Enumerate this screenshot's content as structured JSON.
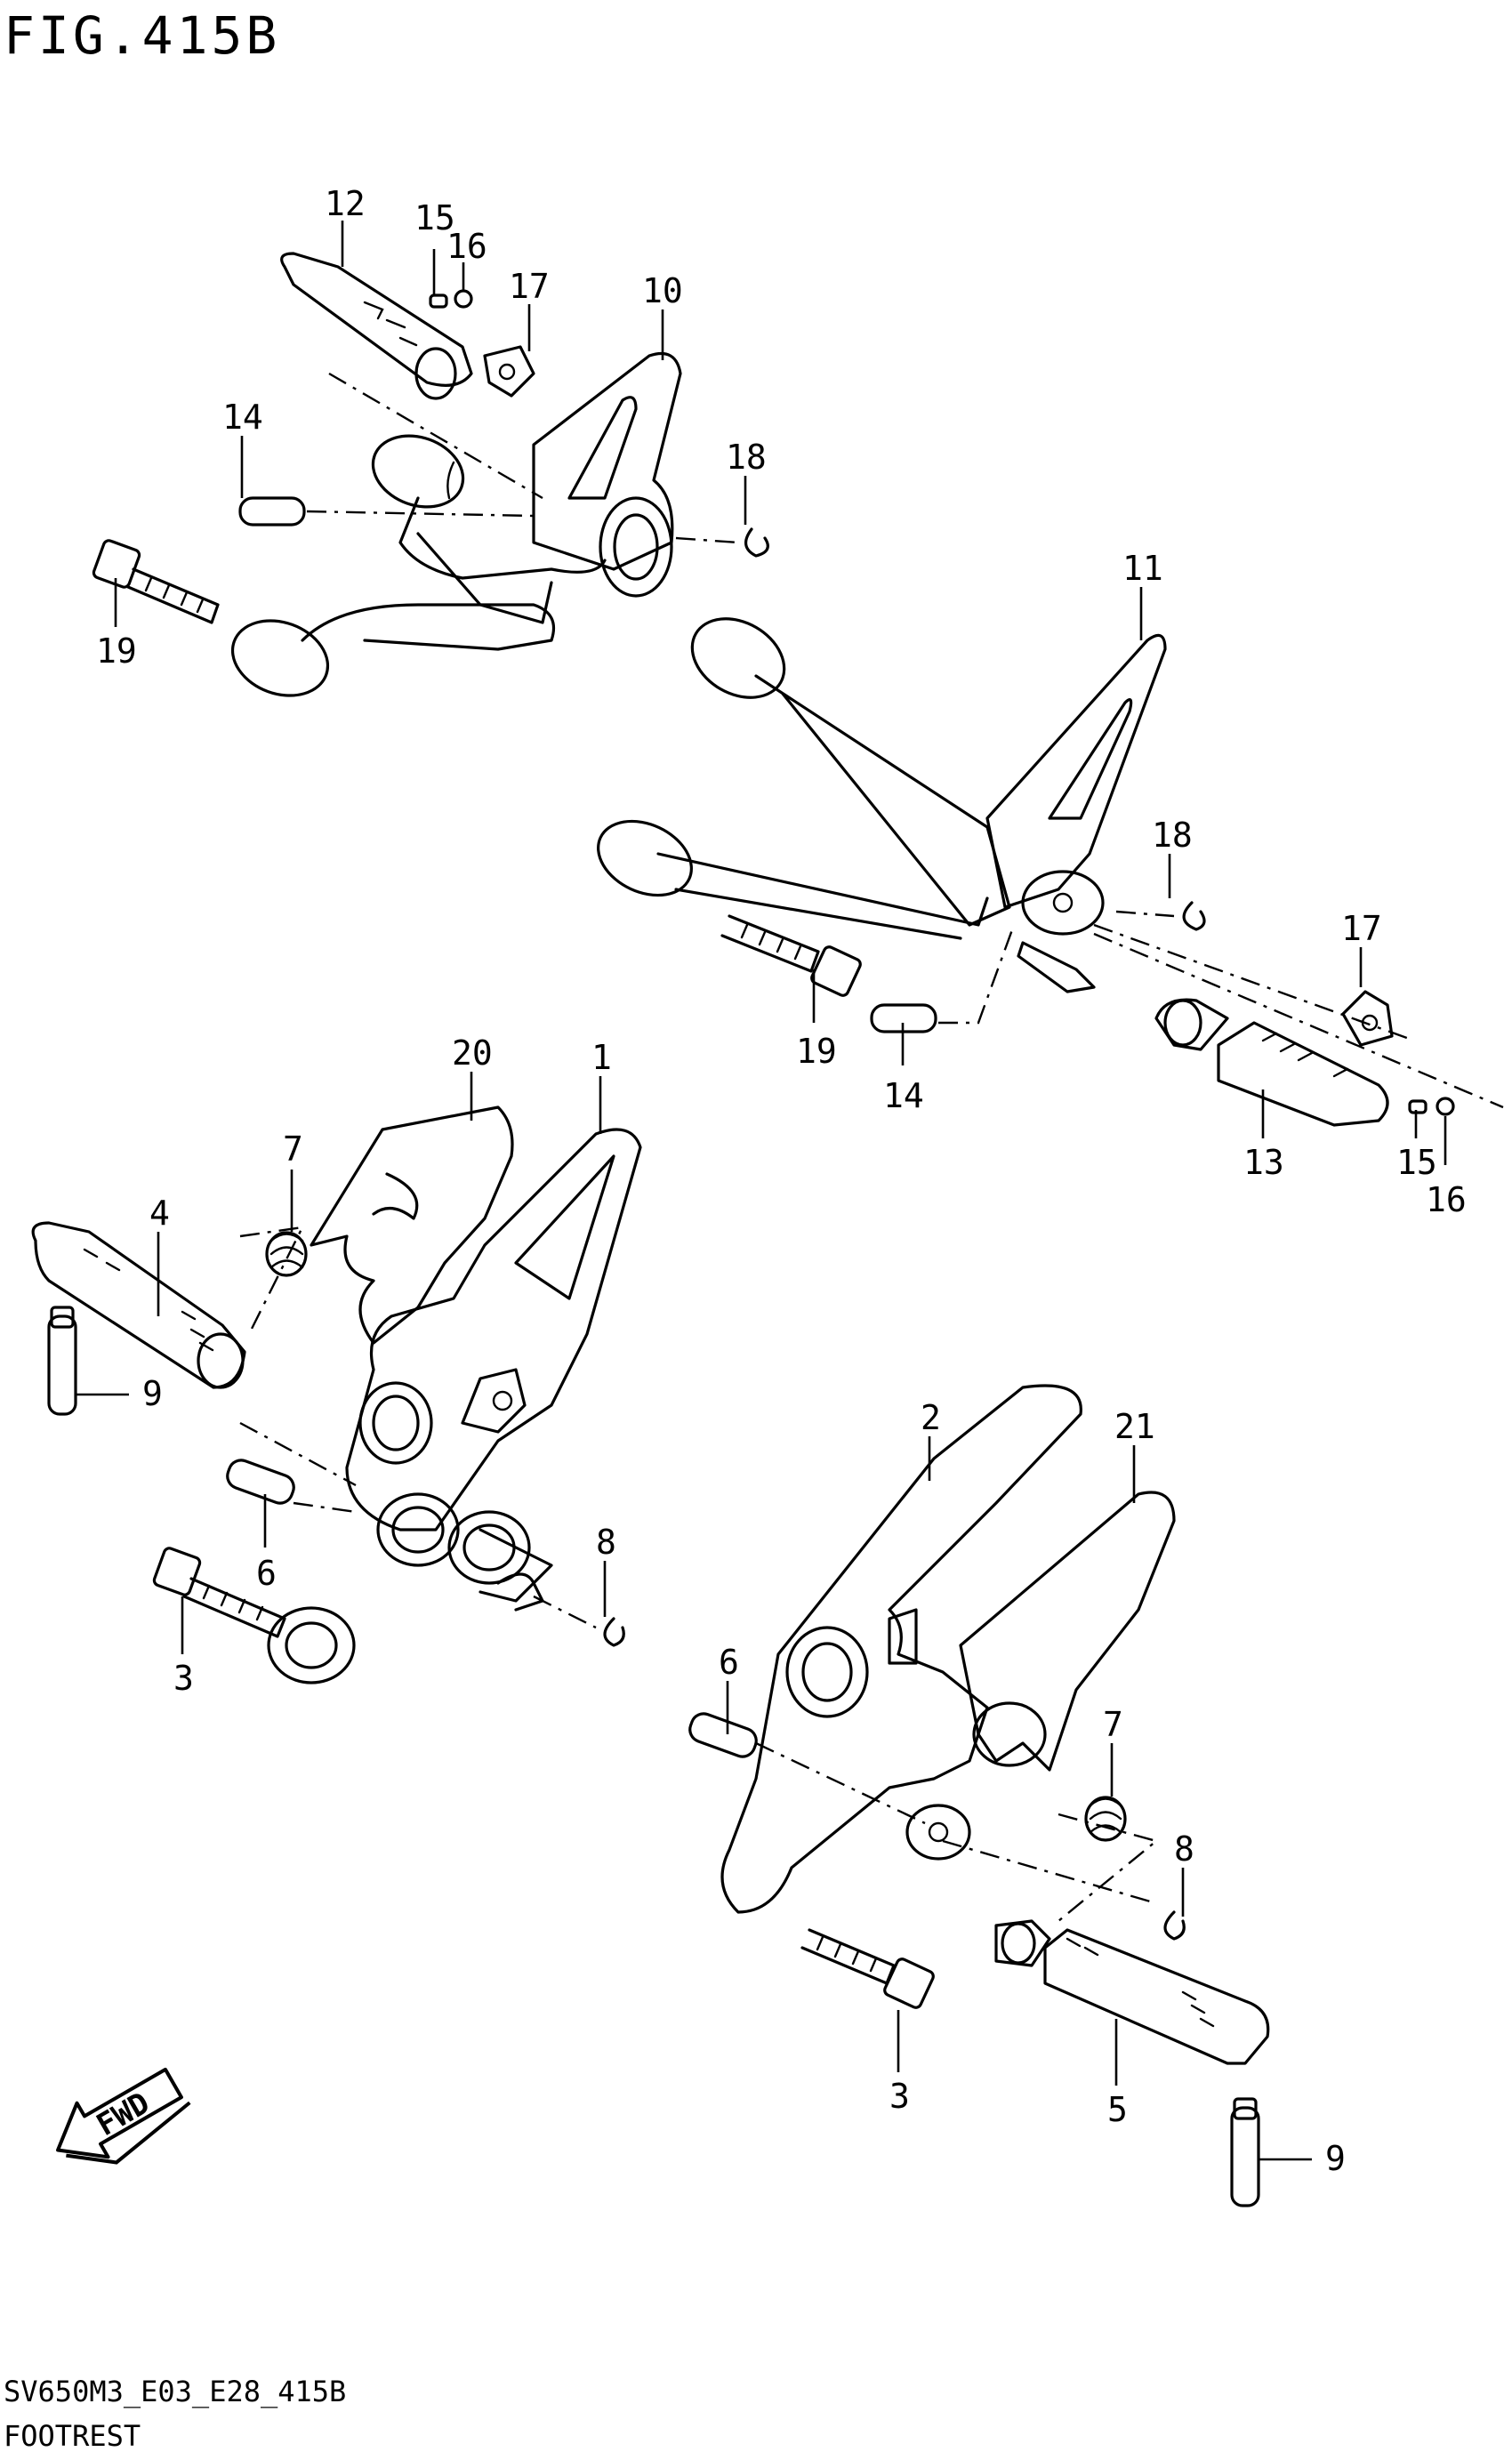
{
  "figure": {
    "title": "FIG.415B",
    "code": "SV650M3_E03_E28_415B",
    "caption": "FOOTREST"
  },
  "direction_badge": {
    "label": "FWD",
    "icon": "forward-arrow-icon"
  },
  "callouts": {
    "c1": "1",
    "c2": "2",
    "c3a": "3",
    "c3b": "3",
    "c4": "4",
    "c5": "5",
    "c6a": "6",
    "c6b": "6",
    "c7a": "7",
    "c7b": "7",
    "c8a": "8",
    "c8b": "8",
    "c9a": "9",
    "c9b": "9",
    "c10": "10",
    "c11": "11",
    "c12": "12",
    "c13": "13",
    "c14a": "14",
    "c14b": "14",
    "c15a": "15",
    "c15b": "15",
    "c16a": "16",
    "c16b": "16",
    "c17a": "17",
    "c17b": "17",
    "c18a": "18",
    "c18b": "18",
    "c19a": "19",
    "c19b": "19",
    "c20": "20",
    "c21": "21"
  }
}
